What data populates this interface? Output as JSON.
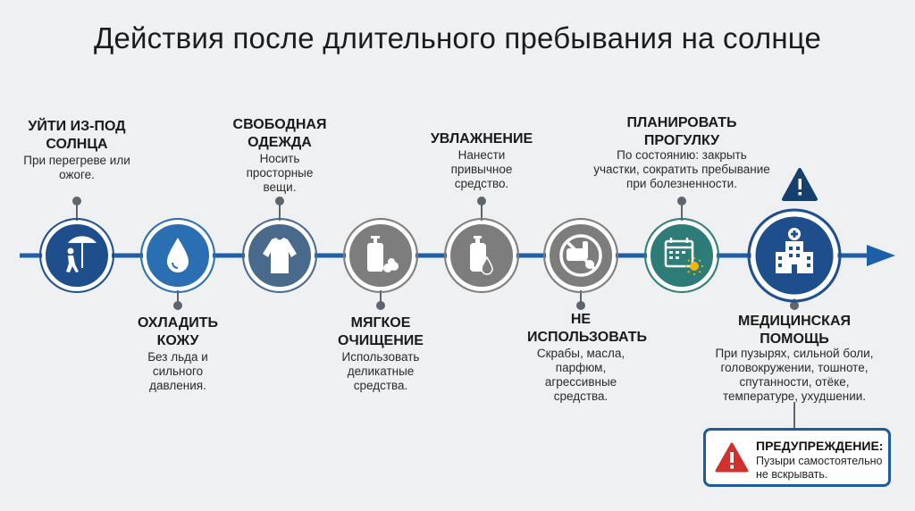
{
  "title": "Действия после длительного пребывания на солнце",
  "colors": {
    "line": "#1e5fa8",
    "dark_blue": "#1e4f8c",
    "mid_blue": "#2b6fb3",
    "slate": "#4a6a8c",
    "gray": "#7d7d7d",
    "teal": "#2e7c78",
    "alert_red": "#d0312d",
    "warn_navy": "#15406e"
  },
  "steps": [
    {
      "id": "shade",
      "title": "Уйти из-под солнца",
      "desc": "При перегреве или ожоге.",
      "icon": "person-umbrella-icon"
    },
    {
      "id": "cool",
      "title": "Охладить кожу",
      "desc": "Без льда и сильного давления.",
      "icon": "water-drop-icon"
    },
    {
      "id": "clothes",
      "title": "Свободная одежда",
      "desc": "Носить просторные вещи.",
      "icon": "shirt-icon"
    },
    {
      "id": "cleanse",
      "title": "Мягкое очищение",
      "desc": "Использовать деликатные средства.",
      "icon": "soap-bottle-icon"
    },
    {
      "id": "moisturize",
      "title": "Увлажнение",
      "desc": "Нанести привычное средство.",
      "icon": "lotion-bottle-icon"
    },
    {
      "id": "avoid",
      "title": "Не использовать",
      "desc": "Скрабы, масла, парфюм, агрессивные средства.",
      "icon": "prohibited-products-icon"
    },
    {
      "id": "plan",
      "title": "Планировать прогулку",
      "desc": "По состоянию: закрыть участки, сократить пребывание при болезненности.",
      "icon": "calendar-sun-icon"
    },
    {
      "id": "medical",
      "title": "Медицинская помощь",
      "desc": "При пузырях, сильной боли, головокружении, тошноте, спутанности, отёке, температуре, ухудшении.",
      "icon": "hospital-icon"
    }
  ],
  "warning": {
    "title": "Предупреждение:",
    "text": "Пузыри самостоятельно не вскрывать.",
    "icon": "warning-triangle-icon"
  },
  "alert_icon": "warning-triangle-icon"
}
